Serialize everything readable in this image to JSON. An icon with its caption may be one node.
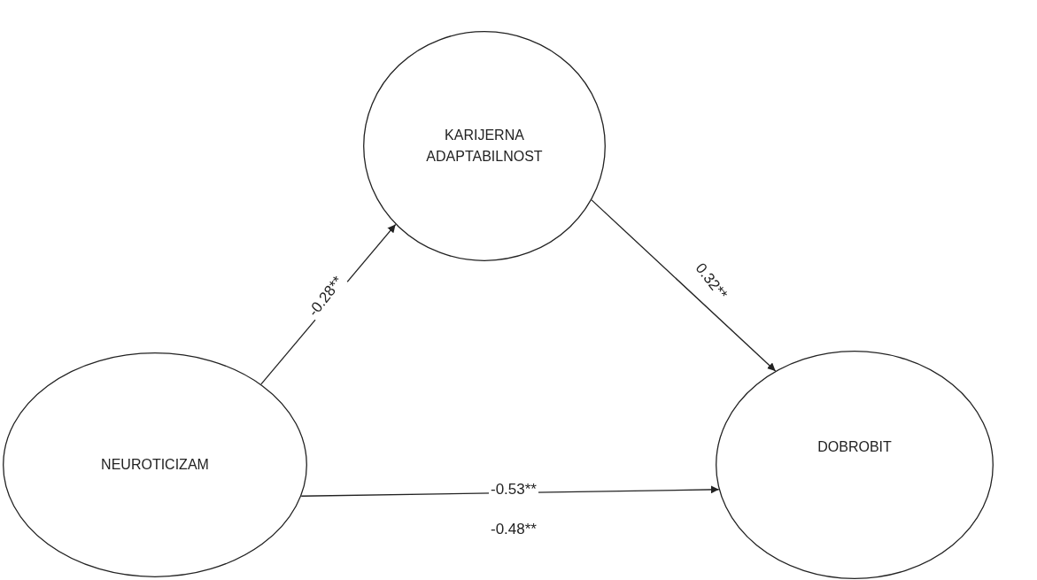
{
  "diagram": {
    "nodes": [
      {
        "text": [
          "NEUROTICIZAM"
        ]
      },
      {
        "text": [
          "KARIJERNA ADAPTABILNOST"
        ]
      },
      {
        "text": [
          "DOBROBIT"
        ]
      }
    ],
    "edges": [
      {
        "from": 0,
        "to": 1,
        "arrow": "to",
        "label": "-0.28**"
      },
      {
        "from": 1,
        "to": 2,
        "arrow": "to",
        "label": "0.32**"
      },
      {
        "from": 0,
        "to": 2,
        "arrow": "to",
        "label": "-0.53**"
      }
    ],
    "labels": [
      "-0.48**"
    ]
  }
}
